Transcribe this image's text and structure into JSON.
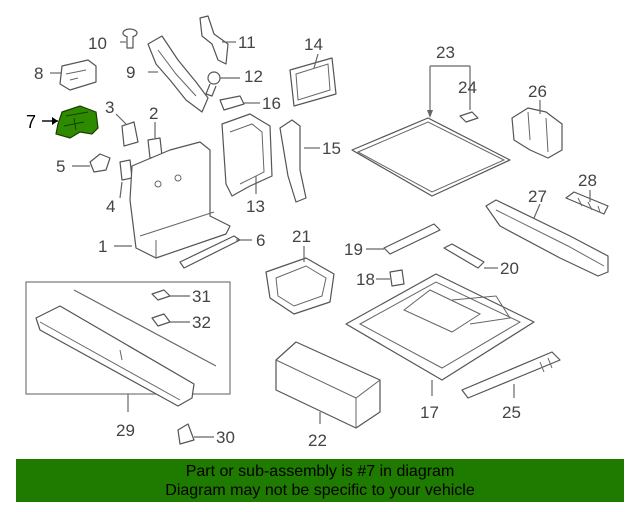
{
  "callouts": {
    "c1": "1",
    "c2": "2",
    "c3": "3",
    "c4": "4",
    "c5": "5",
    "c6": "6",
    "c7": "7",
    "c8": "8",
    "c9": "9",
    "c10": "10",
    "c11": "11",
    "c12": "12",
    "c13": "13",
    "c14": "14",
    "c15": "15",
    "c16": "16",
    "c17": "17",
    "c18": "18",
    "c19": "19",
    "c20": "20",
    "c21": "21",
    "c22": "22",
    "c23": "23",
    "c24": "24",
    "c25": "25",
    "c26": "26",
    "c27": "27",
    "c28": "28",
    "c29": "29",
    "c30": "30",
    "c31": "31",
    "c32": "32"
  },
  "highlighted_part": "7",
  "banner": {
    "line1": "Part or sub-assembly is #7 in diagram",
    "line2": "Diagram may not be specific to your vehicle"
  },
  "colors": {
    "banner_bg": "#1f7a00",
    "highlight": "#2e8b00"
  }
}
